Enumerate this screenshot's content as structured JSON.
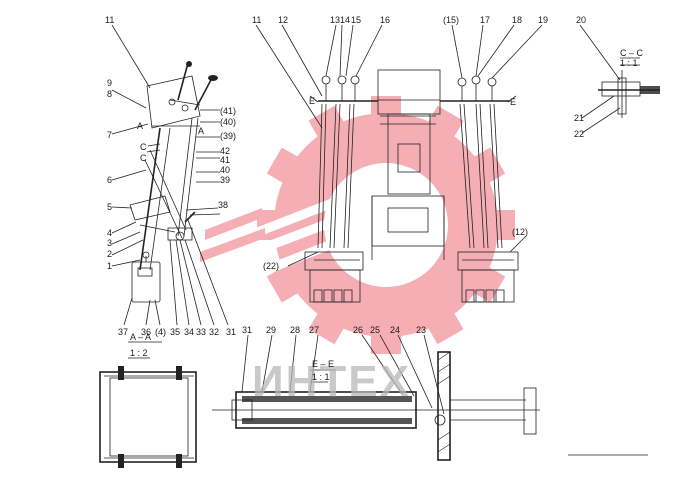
{
  "accent_color": "#f4a0a8",
  "watermark": {
    "text": "ИНТЕХ",
    "color": "#b8b8b8"
  },
  "section_titles": {
    "cc": {
      "name": "C – C",
      "scale": "1 : 1"
    },
    "aa": {
      "name": "A – A",
      "scale": "1 : 2"
    },
    "ee": {
      "name": "E – E",
      "scale": "1 : 1"
    }
  },
  "view_marks": {
    "a1": "A",
    "a2": "A",
    "c1": "C",
    "c2": "C",
    "e1": "E",
    "e2": "E"
  },
  "callouts": {
    "c11a": "11",
    "c9": "9",
    "c8": "8",
    "c7": "7",
    "c6": "6",
    "c5": "5",
    "c4": "4",
    "c3": "3",
    "c2": "2",
    "c1": "1",
    "c41a": "(41)",
    "c40a": "(40)",
    "c39a": "(39)",
    "c42": "42",
    "c41b": "41",
    "c40b": "40",
    "c39b": "39",
    "c38": "38",
    "c37": "37",
    "c36": "36",
    "c4b": "(4)",
    "c35": "35",
    "c34": "34",
    "c33": "33",
    "c32": "32",
    "c31a": "31",
    "c11b": "11",
    "c12a": "12",
    "c13": "13",
    "c14": "14",
    "c15a": "15",
    "c16": "16",
    "c15b": "(15)",
    "c17": "17",
    "c18": "18",
    "c19": "19",
    "c22a": "(22)",
    "c12b": "(12)",
    "c20": "20",
    "c21": "21",
    "c22b": "22",
    "c31b": "31",
    "c29": "29",
    "c28": "28",
    "c27": "27",
    "c26": "26",
    "c25": "25",
    "c24": "24",
    "c23": "23"
  }
}
